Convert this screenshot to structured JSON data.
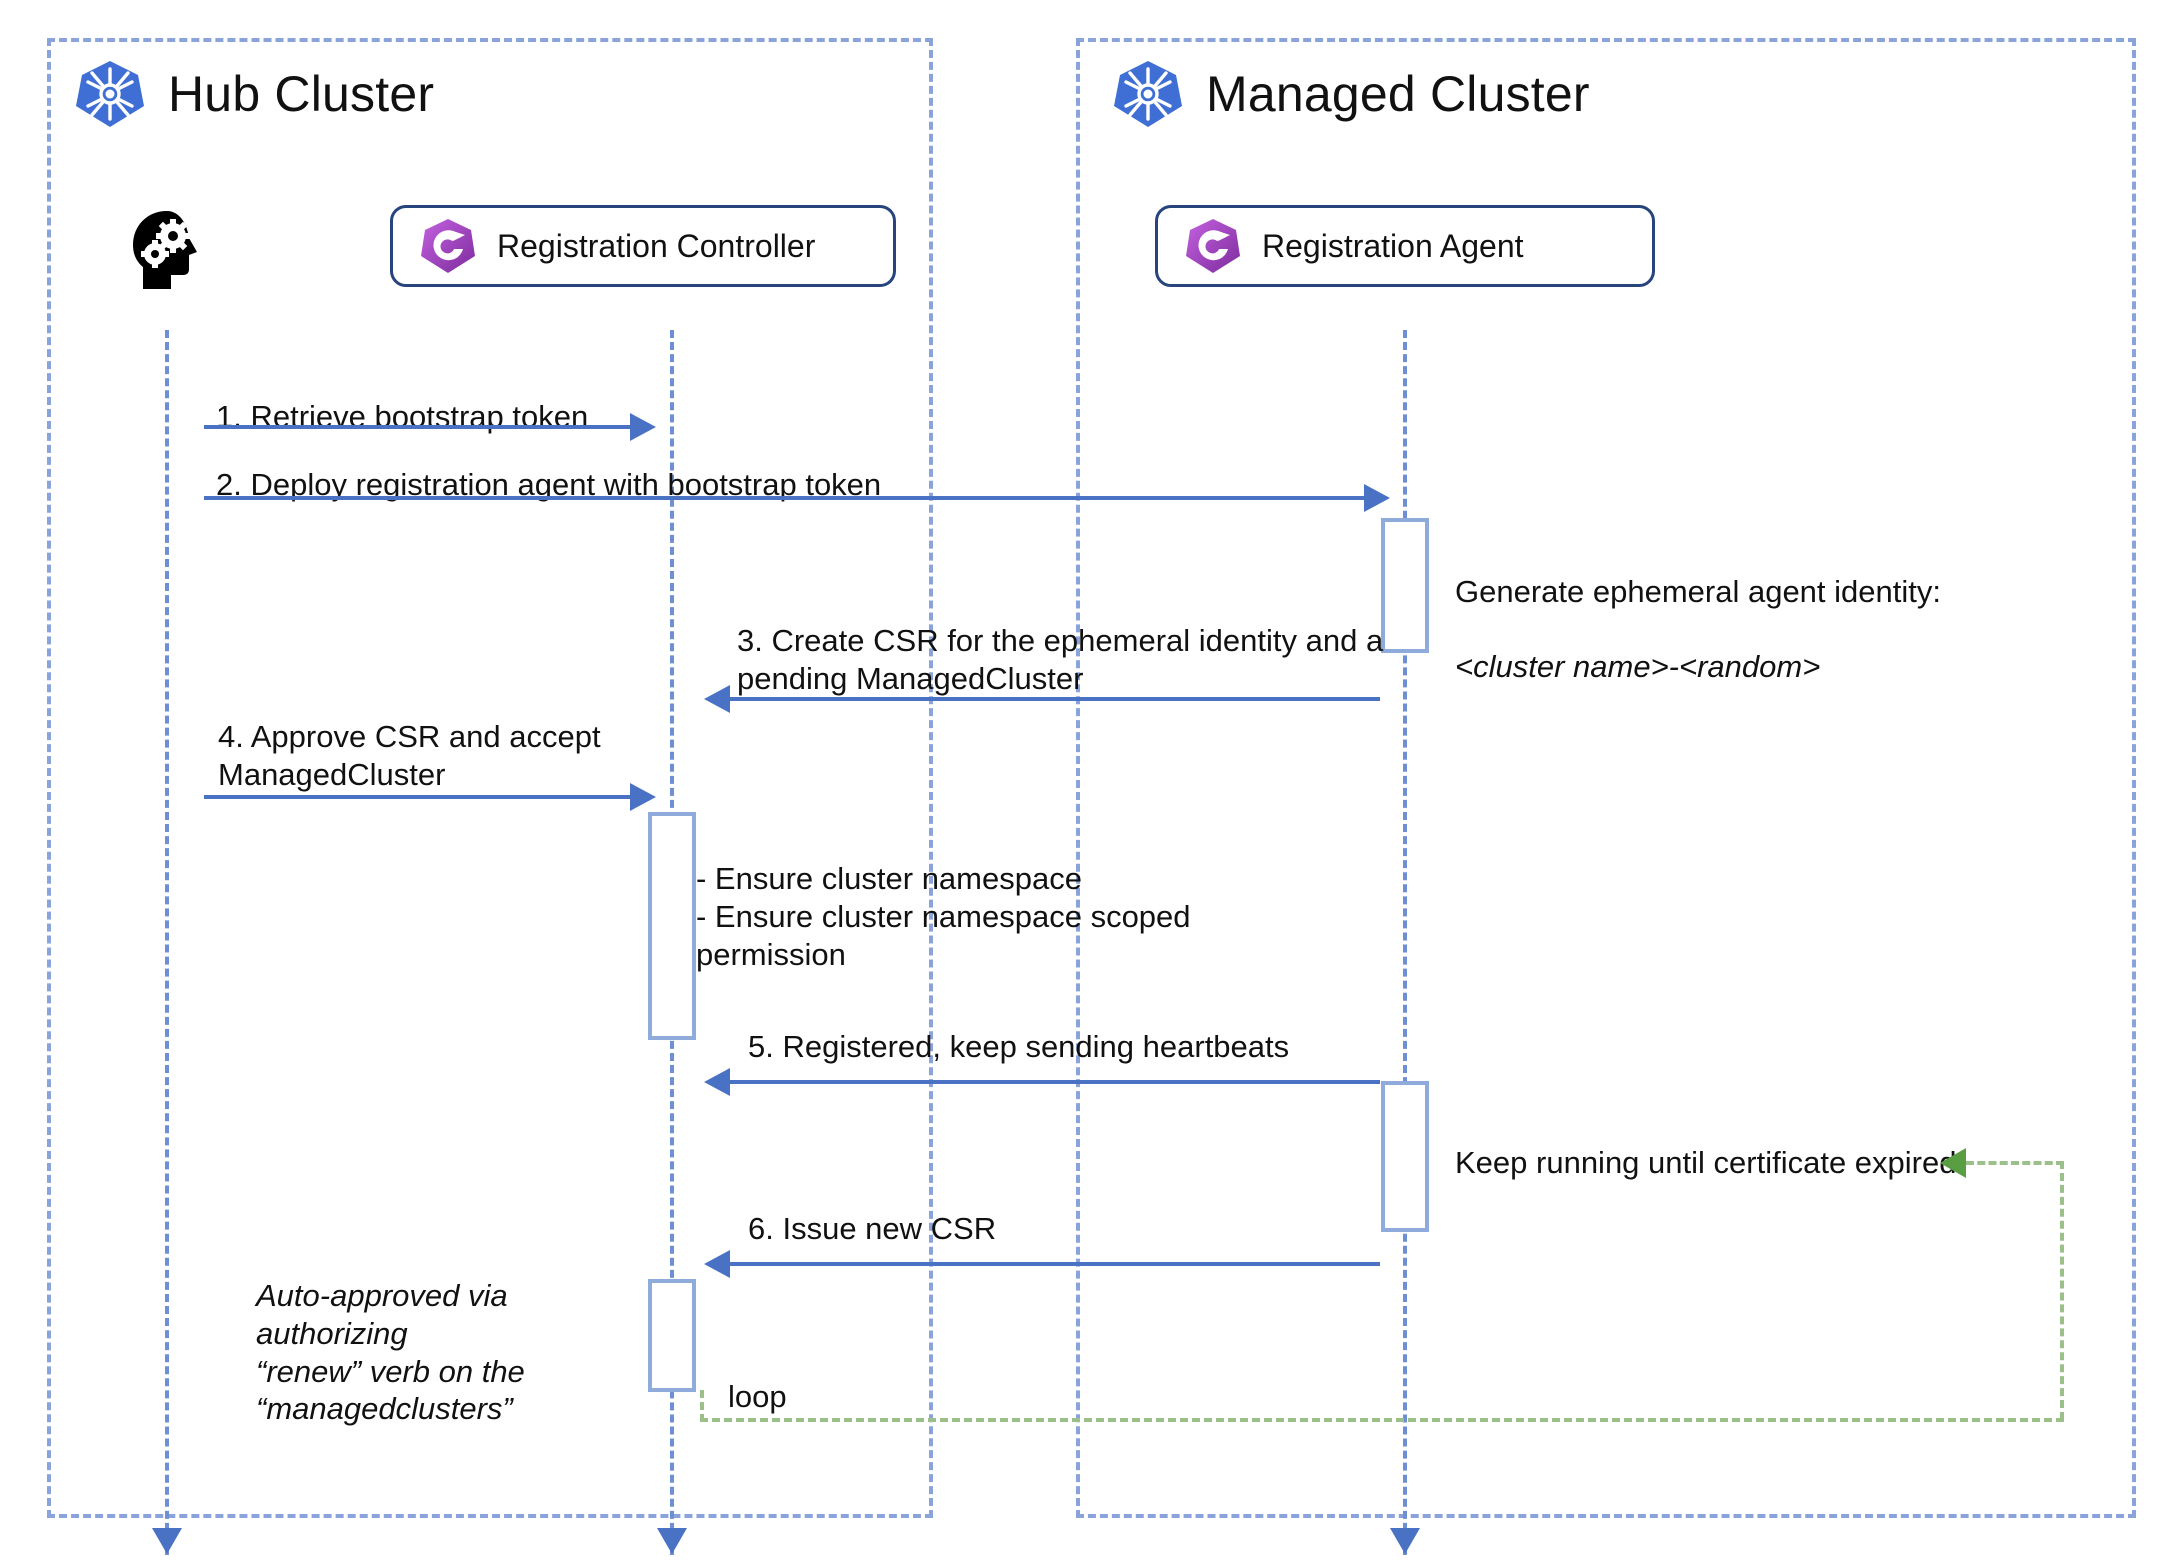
{
  "diagram": {
    "title": "Cluster registration sequence",
    "colors": {
      "boundary_dashed": "#8aa4db",
      "lifeline": "#6f8fd4",
      "message_arrow": "#4a72c4",
      "activation_border": "#8fabdc",
      "participant_border": "#28447c",
      "loop_green": "#9cc08a",
      "loop_arrow_green": "#5a9e43",
      "k8s_blue": "#3f6ed4",
      "ocm_purple": "#a23fc0"
    }
  },
  "clusters": [
    {
      "id": "hub",
      "label": "Hub Cluster",
      "icon": "kubernetes-icon"
    },
    {
      "id": "managed",
      "label": "Managed Cluster",
      "icon": "kubernetes-icon"
    }
  ],
  "participants": [
    {
      "id": "admin",
      "label": "",
      "icon": "head-with-gears-icon",
      "cluster": "hub"
    },
    {
      "id": "registration-controller",
      "label": "Registration Controller",
      "icon": "ocm-icon",
      "cluster": "hub"
    },
    {
      "id": "registration-agent",
      "label": "Registration Agent",
      "icon": "ocm-icon",
      "cluster": "managed"
    }
  ],
  "messages": [
    {
      "num": "1",
      "label": "1. Retrieve bootstrap token",
      "from": "admin",
      "to": "registration-controller",
      "direction": "right"
    },
    {
      "num": "2",
      "label": "2. Deploy registration agent with bootstrap token",
      "from": "admin",
      "to": "registration-agent",
      "direction": "right"
    },
    {
      "num": "3",
      "label": "3. Create CSR for the ephemeral identity and a\npending ManagedCluster",
      "from": "registration-agent",
      "to": "registration-controller",
      "direction": "left"
    },
    {
      "num": "4",
      "label": "4. Approve CSR and accept\nManagedCluster",
      "from": "admin",
      "to": "registration-controller",
      "direction": "right"
    },
    {
      "num": "5",
      "label": "5. Registered, keep sending heartbeats",
      "from": "registration-agent",
      "to": "registration-controller",
      "direction": "left"
    },
    {
      "num": "6",
      "label": "6. Issue new CSR",
      "from": "registration-agent",
      "to": "registration-controller",
      "direction": "left"
    }
  ],
  "notes": {
    "generate_identity_line1": "Generate ephemeral agent identity:",
    "generate_identity_line2": "<cluster name>-<random>",
    "ensure_namespace": "- Ensure cluster namespace\n- Ensure cluster namespace scoped\n   permission",
    "keep_running": "Keep running until certificate expired",
    "auto_approved": "Auto-approved via authorizing\n“renew” verb on the\n“managedclusters”"
  },
  "loop": {
    "label": "loop"
  }
}
